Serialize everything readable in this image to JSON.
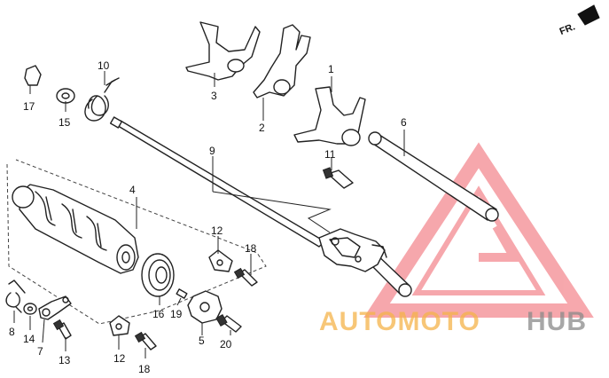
{
  "orientation": {
    "label": "FR."
  },
  "watermark": {
    "brand_part1": "AUTOMOTO",
    "brand_part2": "HUB",
    "color_orange": "#f5b44a",
    "color_gray": "#8a8a8a",
    "color_red": "#f0606a"
  },
  "callouts": {
    "c1": "1",
    "c2": "2",
    "c3": "3",
    "c4": "4",
    "c5": "5",
    "c6": "6",
    "c7": "7",
    "c8": "8",
    "c9": "9",
    "c10": "10",
    "c11": "11",
    "c12a": "12",
    "c12b": "12",
    "c13": "13",
    "c14": "14",
    "c15": "15",
    "c16": "16",
    "c17": "17",
    "c18a": "18",
    "c18b": "18",
    "c19": "19",
    "c20": "20"
  }
}
